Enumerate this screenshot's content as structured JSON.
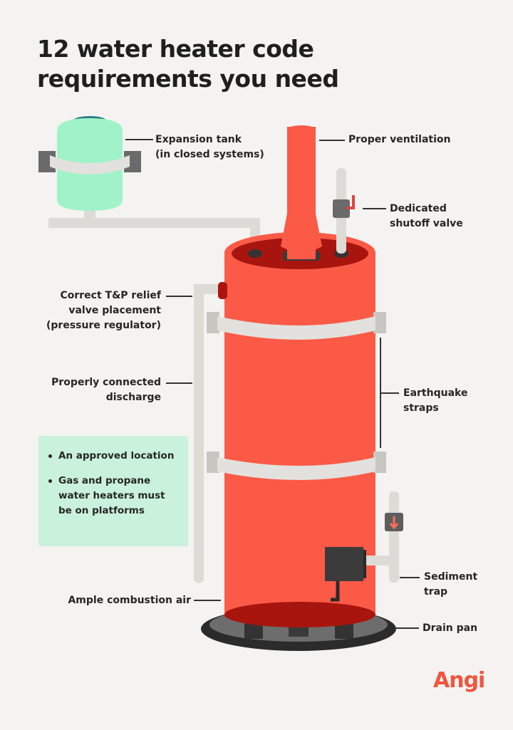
{
  "title": {
    "line1": "12 water heater code",
    "line2": "requirements you need"
  },
  "labels": {
    "expansion_tank": [
      "Expansion tank",
      "(in closed systems)"
    ],
    "proper_ventilation": [
      "Proper ventilation"
    ],
    "dedicated_shutoff_valve": [
      "Dedicated",
      "shutoff valve"
    ],
    "tp_relief_valve": [
      "Correct T&P relief",
      "valve placement",
      "(pressure regulator)"
    ],
    "properly_connected_discharge": [
      "Properly connected",
      "discharge"
    ],
    "earthquake_straps": [
      "Earthquake",
      "straps"
    ],
    "sediment_trap": [
      "Sediment",
      "trap"
    ],
    "ample_combustion_air": [
      "Ample combustion air"
    ],
    "drain_pan": [
      "Drain pan"
    ]
  },
  "info_box": {
    "items": [
      "An approved location",
      "Gas and propane water heaters must be on platforms"
    ]
  },
  "logo": "Angi",
  "colors": {
    "background": "#f4f3f1",
    "tank_red": "#fb5a47",
    "tank_dark_red": "#a8150f",
    "expansion_tank_mint": "#a0f3c9",
    "pipe_gray": "#dddbd6",
    "strap_gray": "#e2e1dd",
    "info_box": "#c9f1dc",
    "brand": "#f0553e"
  }
}
